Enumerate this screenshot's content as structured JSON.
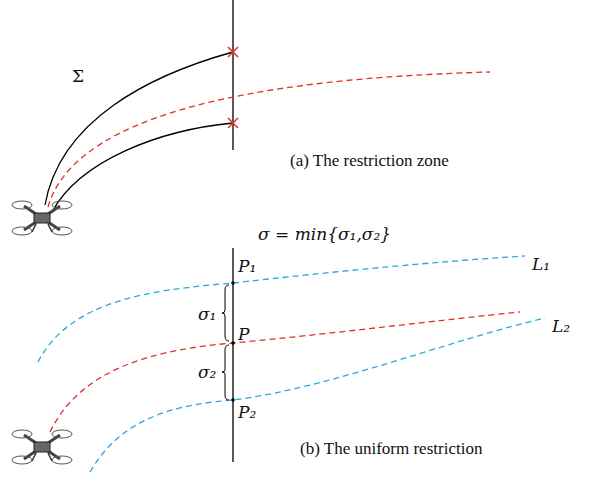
{
  "diagram": {
    "labels": [
      "Σ",
      "(a) The restriction zone",
      "σ = min{σ₁,σ₂}",
      "P₁",
      "σ₁",
      "P",
      "σ₂",
      "P₂",
      "L₁",
      "L₂",
      "(b) The uniform restriction"
    ]
  }
}
